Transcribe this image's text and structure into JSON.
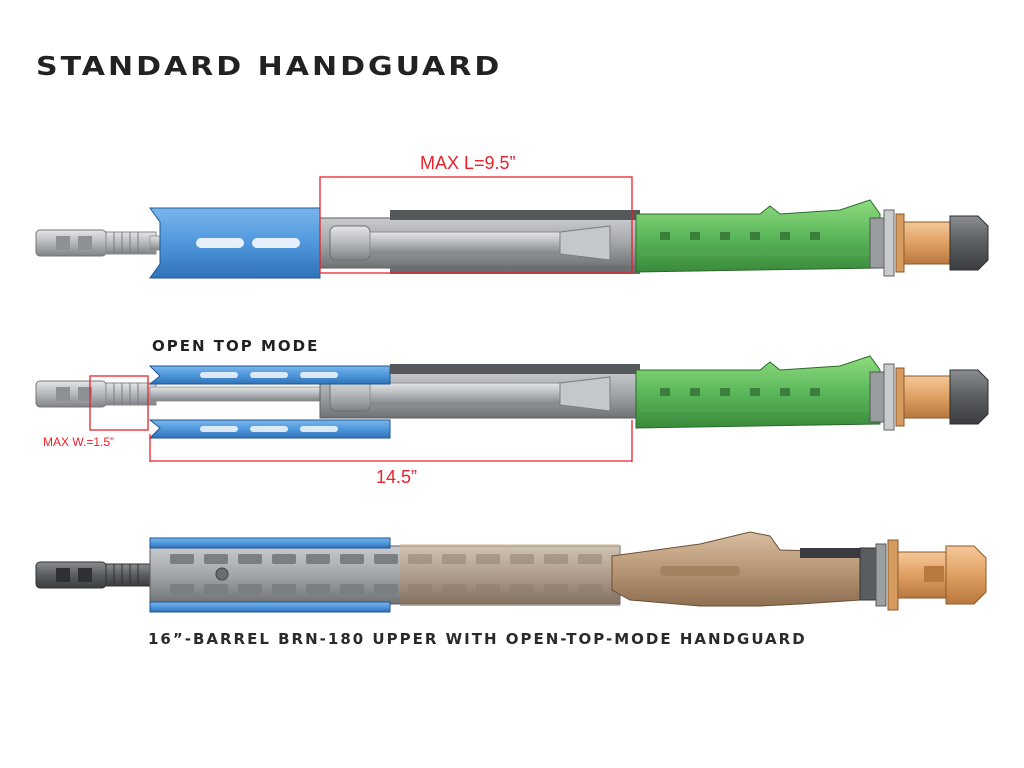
{
  "title": "STANDARD HANDGUARD",
  "mode_label": "OPEN TOP MODE",
  "caption": "16”-BARREL BRN-180 UPPER WITH OPEN-TOP-MODE HANDGUARD",
  "dimensions": {
    "max_length": "MAX L=9.5”",
    "max_width": "MAX W.=1.5”",
    "length_14": "14.5”"
  },
  "colors": {
    "handguard_blue": "#4f97dc",
    "receiver_green": "#5cb85c",
    "brass": "#e0a062",
    "tan": "#b99776",
    "dimension_red": "#e8222b",
    "steel": "#b9bcbf"
  }
}
